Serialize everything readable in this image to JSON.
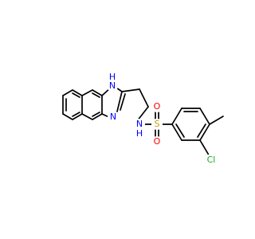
{
  "molecule": {
    "atom_labels": {
      "nh": "H",
      "nh_n": "N",
      "n_ring": "N",
      "n_sulfonamide": "N",
      "h_sulfonamide": "H",
      "s": "S",
      "o_top": "O",
      "o_bottom": "O",
      "cl": "Cl"
    },
    "colors": {
      "bond": "#000000",
      "nitrogen": "#0000ff",
      "sulfur": "#c8a000",
      "oxygen": "#ff0000",
      "chlorine": "#1aa81a"
    }
  }
}
